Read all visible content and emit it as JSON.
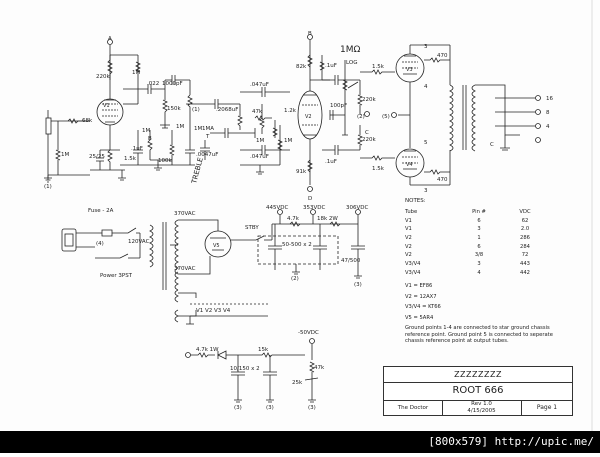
{
  "drawing": {
    "title_code": "ZZZZZZZZ",
    "title_name": "ROOT 666",
    "author": "The Doctor",
    "revision": "Rev 1.0",
    "date": "4/15/2005",
    "page": "Page 1"
  },
  "notes": {
    "heading": "NOTES:",
    "columns": [
      "Tube",
      "Pin #",
      "VDC"
    ],
    "rows": [
      [
        "V1",
        "6",
        "62"
      ],
      [
        "V1",
        "3",
        "2.0"
      ],
      [
        "V2",
        "1",
        "286"
      ],
      [
        "V2",
        "6",
        "284"
      ],
      [
        "V2",
        "3/8",
        "72"
      ],
      [
        "V3/V4",
        "3",
        "443"
      ],
      [
        "V3/V4",
        "4",
        "442"
      ]
    ],
    "tube_defs": [
      "V1 = EF86",
      "V2 = 12AX7",
      "V3/V4 = KT66",
      "V5 = 5AR4"
    ],
    "paragraph": "Ground points 1-4 are connected to star ground chassis reference point. Ground point 5 is connected to seperate chassis reference point at output tubes."
  },
  "labels": {
    "r_220k": "220k",
    "r_1m_a": "1M",
    "c_022": ".022",
    "c_1000pf": "1000pF",
    "r_150k": "150k",
    "r_68k": "68k",
    "r_1m_in": "1M",
    "c_25_25": "25/25",
    "r_1_5k": "1.5k",
    "c_1uf_a": ".1uF",
    "r_100k": "100k",
    "r_1m_b": "1M",
    "r_1m_c": "1M",
    "b_label": "B",
    "pot_1m": "1M",
    "pot_1ma": "1MA",
    "t_label": "T",
    "c_2068": ".2068uF",
    "c_0047": ".0047uF",
    "c_047a": ".047uF",
    "c_047b": ".047uF",
    "r_47k": "47k",
    "r_1_2k": "1.2k",
    "r_1m_d": "1M",
    "r_1m_e": "1M",
    "r_82k": "82k",
    "r_91k": "91k",
    "pot_1m_log": "1MΩ",
    "log": "LOG",
    "c_1uf_b": ".1uF",
    "c_1uf_c": ".1uF",
    "r_1_5k_b": "1.5k",
    "r_1_5k_c": "1.5k",
    "r_100pf": "100pF",
    "r_220k_b": "220k",
    "r_220k_c": "220k",
    "v1": "V1",
    "v2": "V2",
    "v3": "V3",
    "v4": "V4",
    "v5": "V5",
    "r_470_a": "470",
    "r_470_b": "470",
    "out_16": "16",
    "out_8": "8",
    "out_4": "4",
    "out_c": "C",
    "fuse": "Fuse - 2A",
    "vac_120": "120VAC",
    "power_switch": "Power 3PST",
    "vac_370a": "370VAC",
    "vac_370b": "370VAC",
    "stby": "STBY",
    "vdc_445": "445VDC",
    "vdc_353": "353VDC",
    "vdc_306": "306VDC",
    "r_18k": "18k 2W",
    "r_4_7k": "4.7k",
    "c_50_500": "50-500 x 2",
    "c_47_500": "47/500",
    "vdc_neg50": "-50VDC",
    "r_4_7k_b": "4.7k 1W",
    "r_15k": "15k",
    "r_47k_b": "47k",
    "c_10_150": "10/150 x 2",
    "pot_25k": "25k",
    "gnd_1": "(1)",
    "gnd_2": "(2)",
    "gnd_3": "(3)",
    "gnd_4": "(4)",
    "gnd_5": "(5)",
    "pin_3": "3",
    "pin_4": "4",
    "pin_5": "5",
    "heaters": "V1  V2  V3  V4",
    "handwritten": "TREBLE",
    "node_a": "A",
    "node_b": "B",
    "node_c": "C",
    "node_d": "D"
  },
  "watermark": "[800x579] http://upic.me/"
}
